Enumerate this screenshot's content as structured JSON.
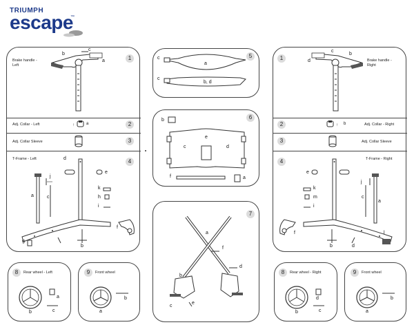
{
  "brand": {
    "line1": "TRIUMPH",
    "line2": "escape",
    "tm": "™"
  },
  "steps": {
    "s1": {
      "num": "1",
      "label": "Brake handle - Left",
      "a": "a",
      "b": "b",
      "c": "c"
    },
    "s2": {
      "num": "2",
      "label": "Adj. Collar - Left",
      "a": "a"
    },
    "s3": {
      "num": "3",
      "label": "Adj. Collar Sleeve"
    },
    "s4": {
      "num": "4",
      "label": "T-Frame - Left",
      "a": "a",
      "b": "b",
      "c": "c",
      "d": "d",
      "e": "e",
      "f": "f",
      "g": "g",
      "h": "h",
      "i": "i",
      "j": "j",
      "k": "k"
    },
    "s5": {
      "num": "5",
      "a": "a",
      "bd": "b, d",
      "c1": "c",
      "c2": "c"
    },
    "s6": {
      "num": "6",
      "a": "a",
      "b": "b",
      "c": "c",
      "d": "d",
      "e": "e",
      "f": "f"
    },
    "s7": {
      "num": "7",
      "a": "a",
      "b": "b",
      "c": "c",
      "d": "d",
      "e": "e",
      "f": "f"
    },
    "s1r": {
      "num": "1",
      "label": "Brake handle - Right",
      "b": "b",
      "c": "c",
      "d": "d"
    },
    "s2r": {
      "num": "2",
      "label": "Adj. Collar - Right",
      "b": "b"
    },
    "s3r": {
      "num": "3",
      "label": "Adj. Collar Sleeve"
    },
    "s4r": {
      "num": "4",
      "label": "T-Frame - Right",
      "a": "a",
      "b": "b",
      "c": "c",
      "d": "d",
      "e": "e",
      "f": "f",
      "i": "i",
      "j": "j",
      "k": "k",
      "l": "l",
      "m": "m"
    },
    "s8": {
      "num": "8",
      "label": "Rear wheel - Left",
      "a": "a",
      "b": "b",
      "c": "c"
    },
    "s9": {
      "num": "9",
      "label": "Front wheel",
      "a": "a",
      "b": "b"
    },
    "s8r": {
      "num": "8",
      "label": "Rear wheel - Right",
      "b": "b",
      "c": "c",
      "d": "d"
    },
    "s9r": {
      "num": "9",
      "label": "Front wheel",
      "a": "a",
      "b": "b"
    }
  }
}
